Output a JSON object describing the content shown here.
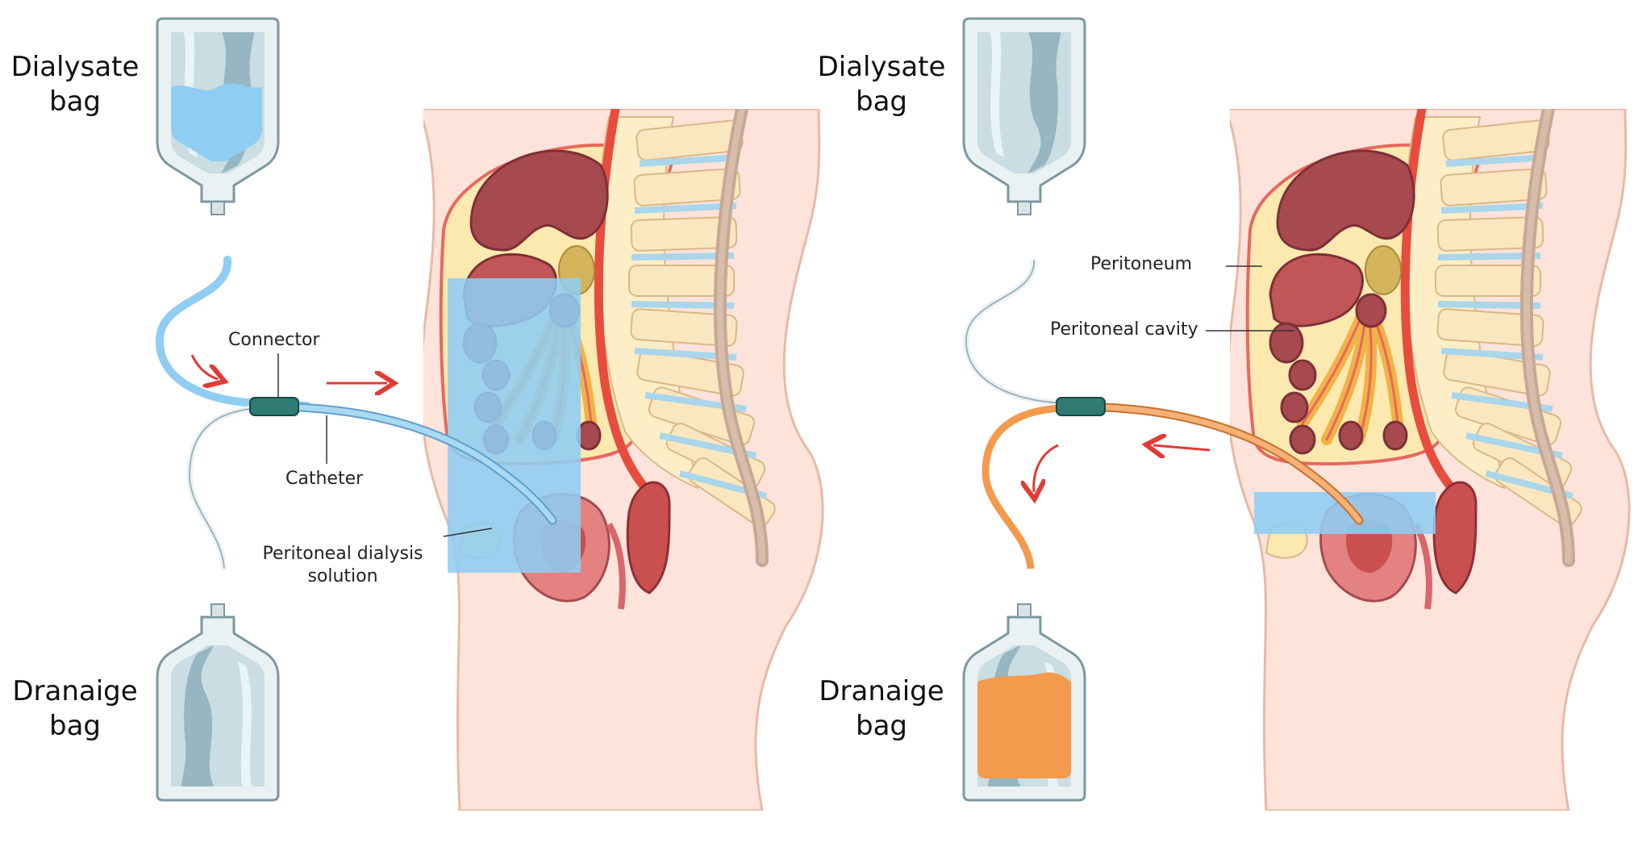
{
  "left_panel": {
    "dialysate_bag": {
      "line1": "Dialysate",
      "line2": "bag",
      "fill": "full"
    },
    "drainage_bag": {
      "line1": "Dranaige",
      "line2": "bag",
      "fill": "empty"
    },
    "labels": {
      "connector": "Connector",
      "catheter": "Catheter",
      "solution_line1": "Peritoneal dialysis",
      "solution_line2": "solution"
    },
    "flow_direction": "into abdomen"
  },
  "right_panel": {
    "dialysate_bag": {
      "line1": "Dialysate",
      "line2": "bag",
      "fill": "empty"
    },
    "drainage_bag": {
      "line1": "Dranaige",
      "line2": "bag",
      "fill": "full"
    },
    "labels": {
      "peritoneum": "Peritoneum",
      "peritoneal_cavity": "Peritoneal cavity"
    },
    "flow_direction": "out to drainage bag"
  },
  "colors": {
    "dialysate": "#8fcdf3",
    "effluent": "#f39a4d",
    "skin": "#fde3da",
    "fat": "#fbe9b0",
    "organ": "#a64a4f",
    "artery": "#e84c3d",
    "connector": "#2e7c74",
    "arrow": "#e23b36",
    "bag_empty": "#c9dde2"
  }
}
